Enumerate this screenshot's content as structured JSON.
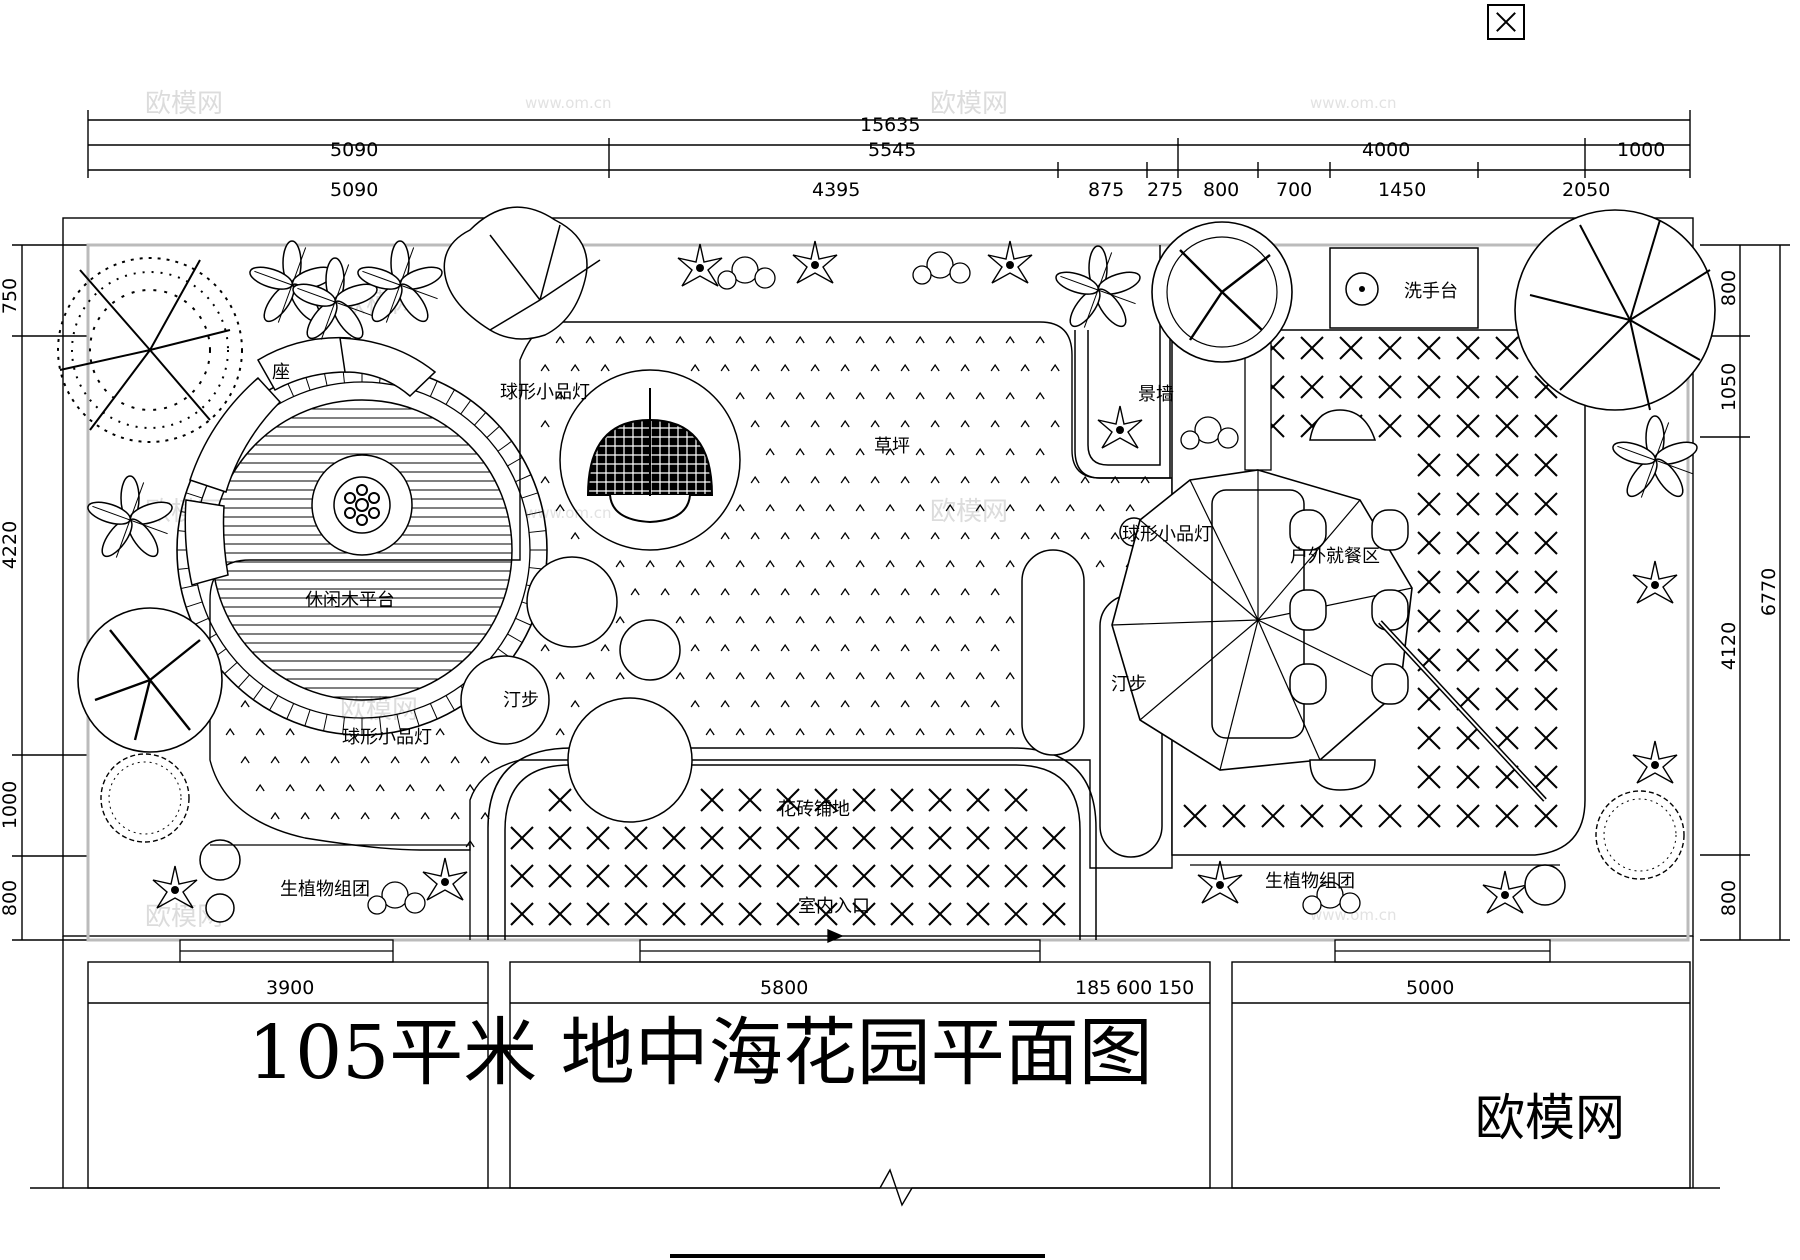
{
  "title": "105平米 地中海花园平面图",
  "brand_logo": "欧模网",
  "watermarks": {
    "brand": "欧模网",
    "site": "www.om.cn"
  },
  "close_icon": "close-icon",
  "dimensions": {
    "top_total": "15635",
    "top_row2": [
      "5090",
      "5545",
      "4000",
      "1000"
    ],
    "top_row3": [
      "5090",
      "4395",
      "875",
      "275",
      "800",
      "700",
      "1450",
      "2050"
    ],
    "left_side": [
      "750",
      "4220",
      "1000",
      "800"
    ],
    "right_inner": [
      "800",
      "1050",
      "4120",
      "800"
    ],
    "right_total": "6770",
    "bottom": [
      "3900",
      "5800",
      "185",
      "600",
      "150",
      "5000"
    ]
  },
  "labels": {
    "wash_basin": "洗手台",
    "seat": "座",
    "ball_lamp_a": "球形小品灯",
    "ball_lamp_b": "球形小品灯",
    "ball_lamp_c": "球形小品灯",
    "lawn": "草坪",
    "feature_wall": "景墙",
    "outdoor_dining": "户外就餐区",
    "deck": "休闲木平台",
    "stepping_a": "汀步",
    "stepping_b": "汀步",
    "paving": "花砖铺地",
    "entrance": "室内入口",
    "planting_a": "生植物组团",
    "planting_b": "生植物组团"
  },
  "colors": {
    "line": "#000000",
    "background": "#ffffff",
    "watermark": "#dcdcdc"
  }
}
